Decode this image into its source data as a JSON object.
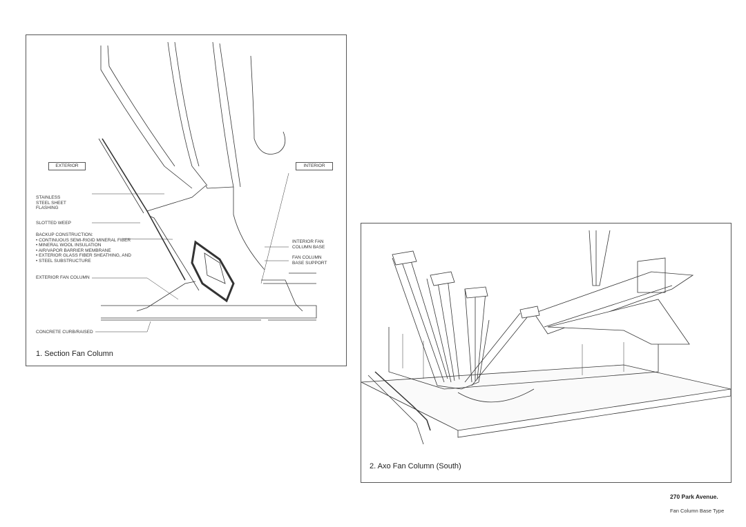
{
  "section": {
    "exterior_label": "EXTERIOR",
    "interior_label": "INTERIOR",
    "notes": {
      "flashing": "STAINLESS\nSTEEL SHEET\nFLASHING",
      "weep": "SLOTTED WEEP",
      "backup_title": "BACKUP CONSTRUCTION:",
      "backup_items": [
        "• CONTINUOUS SEMI-RIGID MINERAL FIBER",
        "• MINERAL WOOL INSULATION",
        "• AIR/VAPOR BARRIER MEMBRANE",
        "• EXTERIOR GLASS FIBER SHEATHING, AND",
        "• STEEL SUBSTRUCTURE"
      ],
      "ext_column": "EXTERIOR FAN COLUMN",
      "curb": "CONCRETE CURB/RAISED",
      "int_base": "INTERIOR FAN\nCOLUMN BASE",
      "base_support": "FAN COLUMN\nBASE SUPPORT"
    },
    "caption": "1.  Section Fan Column"
  },
  "axo": {
    "caption": "2. Axo Fan Column (South)"
  },
  "title_block": {
    "project": "270 Park Avenue.",
    "sheet": "Fan Column Base Type"
  }
}
